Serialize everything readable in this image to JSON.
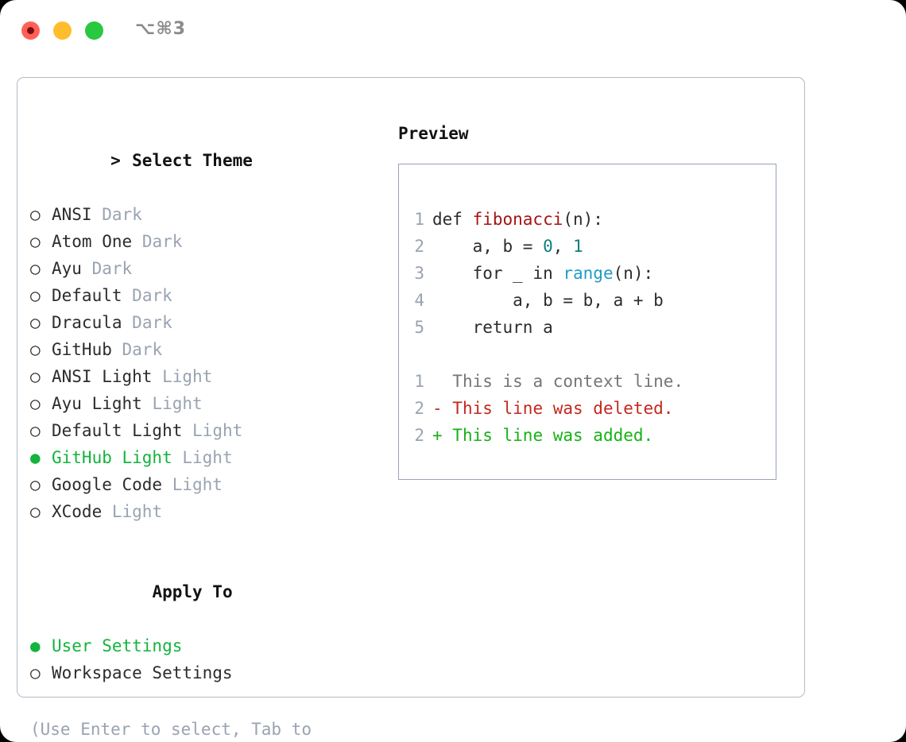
{
  "window": {
    "shortcut_label": "⌥⌘3",
    "traffic_lights": {
      "close": "close-button",
      "minimize": "minimize-button",
      "maximize": "maximize-button"
    }
  },
  "colors": {
    "accent_green": "#13b43c",
    "muted": "#9aa3b2",
    "text": "#2c2c2c",
    "border": "#b3bbc7",
    "preview_border": "#99a3b3",
    "diff_add": "#17b215",
    "diff_del": "#c4281c",
    "diff_context": "#767676",
    "syntax_function": "#a31515",
    "syntax_number": "#0f7e7e",
    "syntax_call": "#1f9cc4",
    "light_red": "#ff6159",
    "light_amber": "#ffbd2e",
    "light_green": "#28c840"
  },
  "theme_section": {
    "caret": ">",
    "title": "Select Theme",
    "bullet_selected": "●",
    "bullet_unselected": "○",
    "items": [
      {
        "name": "ANSI",
        "category": "Dark",
        "selected": false
      },
      {
        "name": "Atom One",
        "category": "Dark",
        "selected": false
      },
      {
        "name": "Ayu",
        "category": "Dark",
        "selected": false
      },
      {
        "name": "Default",
        "category": "Dark",
        "selected": false
      },
      {
        "name": "Dracula",
        "category": "Dark",
        "selected": false
      },
      {
        "name": "GitHub",
        "category": "Dark",
        "selected": false
      },
      {
        "name": "ANSI Light",
        "category": "Light",
        "selected": false
      },
      {
        "name": "Ayu Light",
        "category": "Light",
        "selected": false
      },
      {
        "name": "Default Light",
        "category": "Light",
        "selected": false
      },
      {
        "name": "GitHub Light",
        "category": "Light",
        "selected": true
      },
      {
        "name": "Google Code",
        "category": "Light",
        "selected": false
      },
      {
        "name": "XCode",
        "category": "Light",
        "selected": false
      }
    ]
  },
  "apply_to_section": {
    "title": "Apply To",
    "items": [
      {
        "name": "User Settings",
        "selected": true
      },
      {
        "name": "Workspace Settings",
        "selected": false
      }
    ]
  },
  "hint": "(Use Enter to select, Tab to change focus)",
  "preview": {
    "title": "Preview",
    "code_lines": [
      {
        "num": "1",
        "parts": [
          {
            "text": "def ",
            "token": "plain"
          },
          {
            "text": "fibonacci",
            "token": "function"
          },
          {
            "text": "(n):",
            "token": "plain"
          }
        ]
      },
      {
        "num": "2",
        "parts": [
          {
            "text": "    a, b = ",
            "token": "plain"
          },
          {
            "text": "0",
            "token": "number"
          },
          {
            "text": ", ",
            "token": "plain"
          },
          {
            "text": "1",
            "token": "number"
          }
        ]
      },
      {
        "num": "3",
        "parts": [
          {
            "text": "    for _ in ",
            "token": "plain"
          },
          {
            "text": "range",
            "token": "call"
          },
          {
            "text": "(n):",
            "token": "plain"
          }
        ]
      },
      {
        "num": "4",
        "parts": [
          {
            "text": "        a, b = b, a + b",
            "token": "plain"
          }
        ]
      },
      {
        "num": "5",
        "parts": [
          {
            "text": "    return a",
            "token": "plain"
          }
        ]
      }
    ],
    "diff_lines": [
      {
        "num": "1",
        "marker": " ",
        "text": " This is a context line.",
        "kind": "context"
      },
      {
        "num": "2",
        "marker": "-",
        "text": " This line was deleted.",
        "kind": "deleted"
      },
      {
        "num": "2",
        "marker": "+",
        "text": " This line was added.",
        "kind": "added"
      }
    ]
  }
}
